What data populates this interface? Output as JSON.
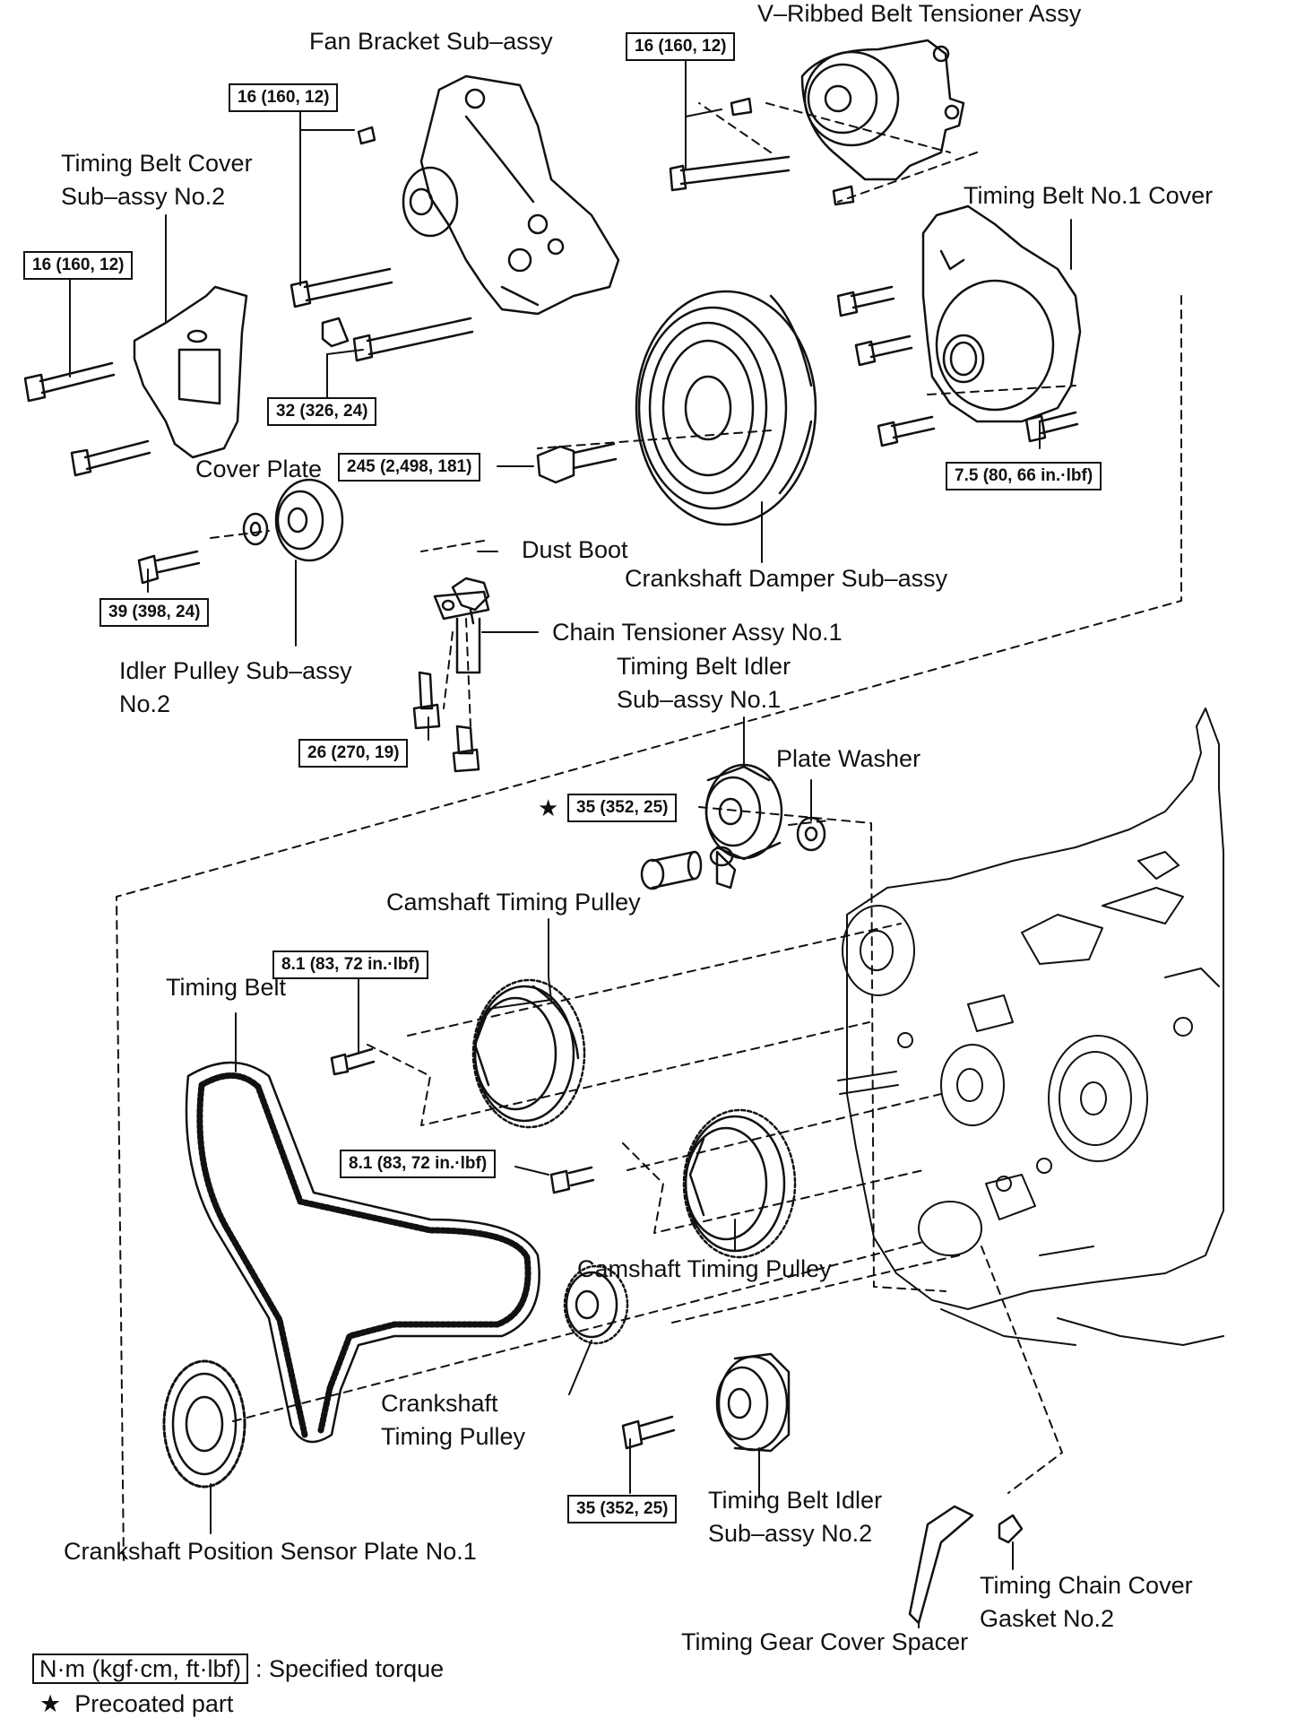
{
  "labels": {
    "v_ribbed_belt_tensioner": "V–Ribbed Belt Tensioner Assy",
    "fan_bracket": "Fan Bracket Sub–assy",
    "timing_belt_cover_no2": [
      "Timing Belt Cover",
      "Sub–assy No.2"
    ],
    "timing_belt_no1_cover": "Timing Belt No.1 Cover",
    "cover_plate": "Cover Plate",
    "dust_boot": "Dust Boot",
    "crankshaft_damper": "Crankshaft Damper Sub–assy",
    "chain_tensioner": "Chain Tensioner Assy No.1",
    "idler_pulley_no2": [
      "Idler Pulley Sub–assy",
      "No.2"
    ],
    "timing_belt_idler_no1": [
      "Timing Belt Idler",
      "Sub–assy No.1"
    ],
    "plate_washer": "Plate Washer",
    "camshaft_timing_pulley_upper": "Camshaft Timing Pulley",
    "timing_belt": "Timing Belt",
    "camshaft_timing_pulley_lower": "Camshaft Timing Pulley",
    "crankshaft_timing_pulley": [
      "Crankshaft",
      "Timing Pulley"
    ],
    "timing_belt_idler_no2": [
      "Timing Belt Idler",
      "Sub–assy No.2"
    ],
    "crank_position_sensor_plate": "Crankshaft Position Sensor Plate No.1",
    "timing_chain_cover_gasket": [
      "Timing Chain Cover",
      "Gasket No.2"
    ],
    "timing_gear_cover_spacer": "Timing Gear Cover Spacer"
  },
  "torques": {
    "tensioner_bolt": "16 (160, 12)",
    "fan_bracket_bolt": "16 (160, 12)",
    "cover_no2_bolt": "16 (160, 12)",
    "fan_bracket_lower": "32 (326, 24)",
    "damper_bolt": "245 (2,498, 181)",
    "no1_cover_bolt": "7.5 (80, 66 in.·lbf)",
    "idler_no2_bolt": "39 (398, 24)",
    "chain_tensioner_bolt": "26 (270, 19)",
    "idler_no1_bolt": "35 (352, 25)",
    "cam_pulley_upper_bolt": "8.1 (83, 72 in.·lbf)",
    "cam_pulley_lower_bolt": "8.1 (83, 72 in.·lbf)",
    "idler_no2_lower_bolt": "35 (352, 25)"
  },
  "precoat_star": "★",
  "legend": {
    "unit_box": "N·m (kgf·cm, ft·lbf)",
    "unit_text": ": Specified torque",
    "star": "★",
    "star_text": "Precoated part"
  }
}
